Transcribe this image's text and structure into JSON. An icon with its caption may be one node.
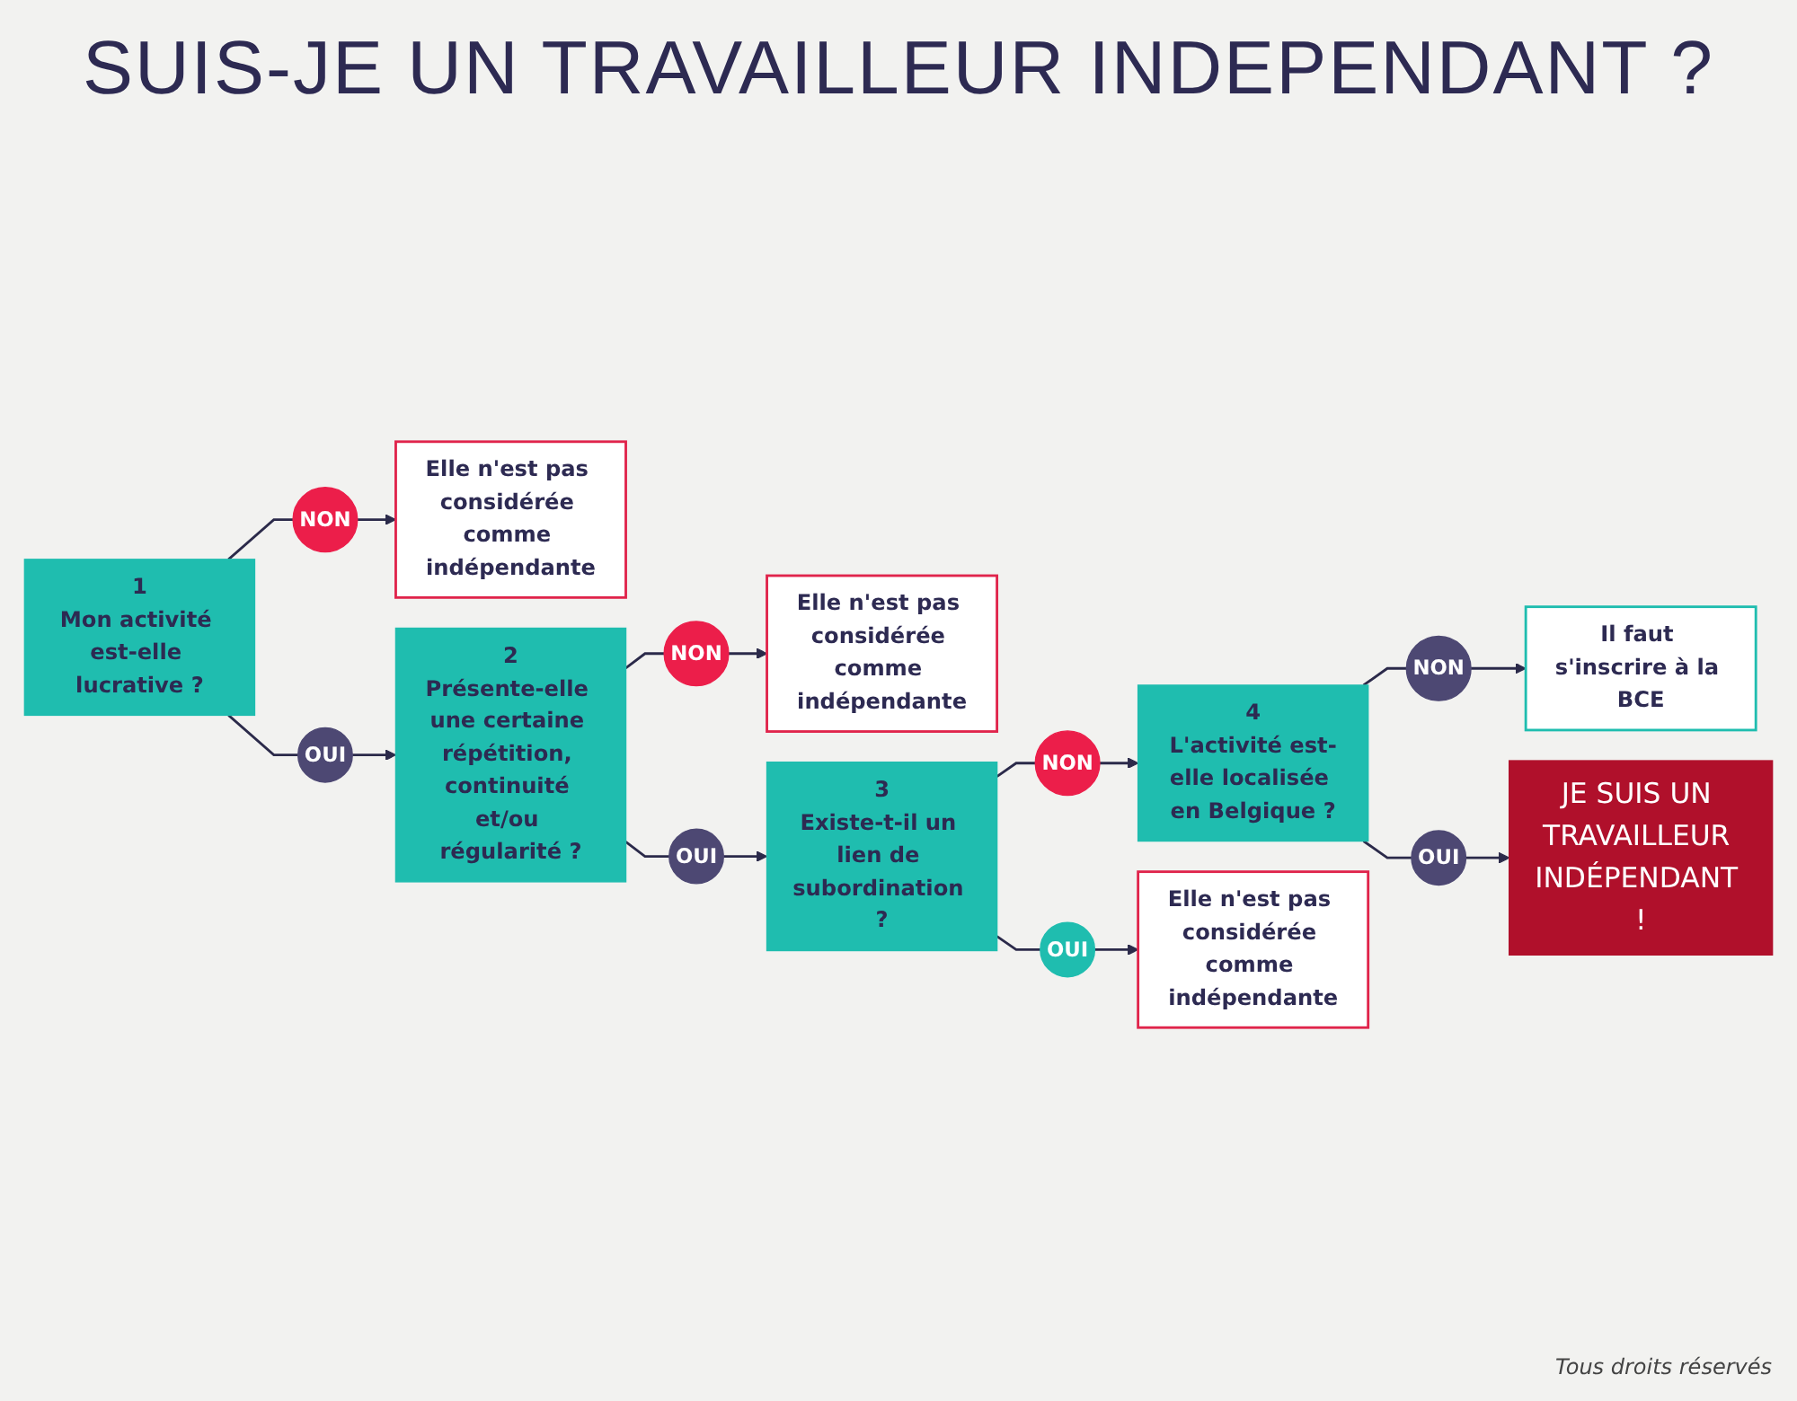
{
  "diagram": {
    "title": "SUIS-JE UN TRAVAILLEUR INDEPENDANT ?",
    "nodes": [
      {
        "text": [
          "1",
          "Mon activité est-elle lucrative ?"
        ]
      },
      {
        "text": [
          "NON"
        ]
      },
      {
        "text": [
          "Elle n'est pas considérée comme indépendante"
        ]
      },
      {
        "text": [
          "OUI"
        ]
      },
      {
        "text": [
          "2",
          "Présente-elle une certaine répétition, continuité et/ou régularité ?"
        ]
      },
      {
        "text": [
          "NON"
        ]
      },
      {
        "text": [
          "Elle n'est pas considérée comme indépendante"
        ]
      },
      {
        "text": [
          "OUI"
        ]
      },
      {
        "text": [
          "3",
          "Existe-t-il un lien de subordination ?"
        ]
      },
      {
        "text": [
          "NON"
        ]
      },
      {
        "text": [
          "4",
          "L'activité est-elle localisée en Belgique ?"
        ]
      },
      {
        "text": [
          "NON"
        ]
      },
      {
        "text": [
          "Il faut s'inscrire à la BCE"
        ]
      },
      {
        "text": [
          "OUI"
        ]
      },
      {
        "text": [
          "JE SUIS UN TRAVAILLEUR INDÉPENDANT !"
        ]
      },
      {
        "text": [
          "OUI"
        ]
      },
      {
        "text": [
          "Elle n'est pas considérée comme indépendante"
        ]
      }
    ],
    "edges": [
      {
        "from": 0,
        "to": 1,
        "arrow": "none"
      },
      {
        "from": 1,
        "to": 2,
        "arrow": "to"
      },
      {
        "from": 0,
        "to": 3,
        "arrow": "none"
      },
      {
        "from": 3,
        "to": 4,
        "arrow": "to"
      },
      {
        "from": 4,
        "to": 5,
        "arrow": "none"
      },
      {
        "from": 5,
        "to": 6,
        "arrow": "to"
      },
      {
        "from": 4,
        "to": 7,
        "arrow": "none"
      },
      {
        "from": 7,
        "to": 8,
        "arrow": "to"
      },
      {
        "from": 8,
        "to": 9,
        "arrow": "none"
      },
      {
        "from": 9,
        "to": 10,
        "arrow": "to"
      },
      {
        "from": 8,
        "to": 15,
        "arrow": "none"
      },
      {
        "from": 15,
        "to": 16,
        "arrow": "to"
      },
      {
        "from": 10,
        "to": 11,
        "arrow": "none"
      },
      {
        "from": 11,
        "to": 12,
        "arrow": "to"
      },
      {
        "from": 10,
        "to": 13,
        "arrow": "none"
      },
      {
        "from": 13,
        "to": 14,
        "arrow": "to"
      }
    ],
    "labels": [
      "Tous droits réservés"
    ]
  }
}
